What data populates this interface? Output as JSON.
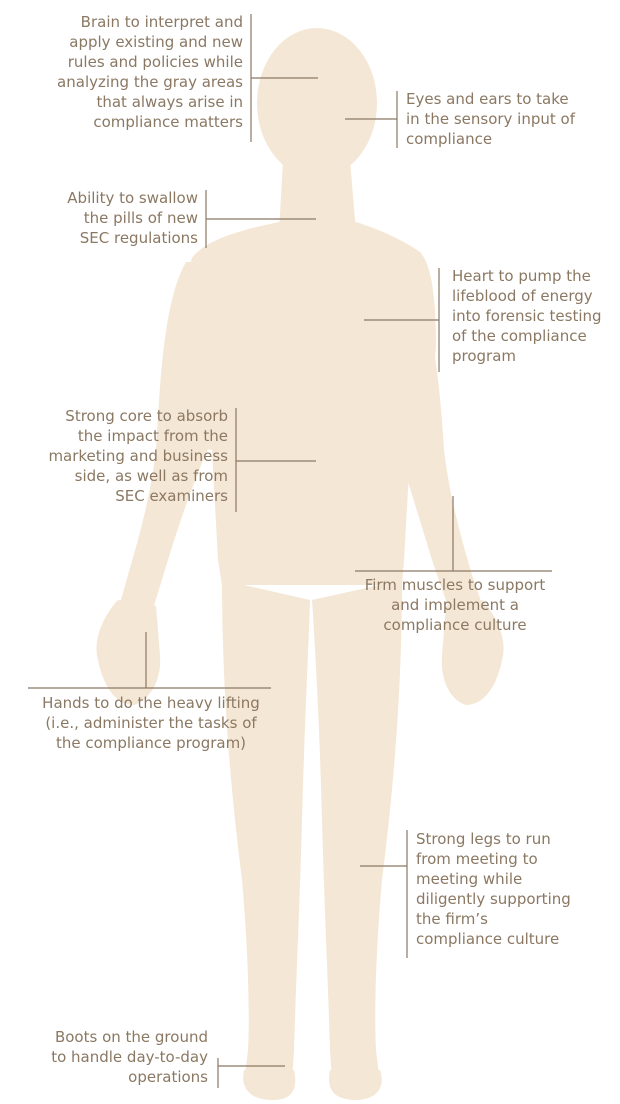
{
  "colors": {
    "body_fill": "#f5e7d5",
    "line": "#8b7863",
    "text": "#8b7863"
  },
  "figure": {
    "body_icon": "human-silhouette-icon"
  },
  "labels": {
    "brain": "Brain to interpret and\napply existing and new\nrules and policies while\nanalyzing the gray areas\nthat always arise in\ncompliance matters",
    "eyes": "Eyes and ears to take\nin the sensory input of\ncompliance",
    "swallow": "Ability to swallow\nthe pills of new\nSEC regulations",
    "heart": "Heart to pump the\nlifeblood of energy\ninto forensic testing\nof the compliance\nprogram",
    "core": "Strong core to absorb\nthe impact from the\nmarketing and business\nside, as well as from\nSEC examiners",
    "muscles": "Firm muscles to support\nand implement a\ncompliance culture",
    "hands": "Hands to do the heavy lifting\n(i.e., administer the tasks of\nthe compliance program)",
    "legs": "Strong legs to run\nfrom meeting to\nmeeting while\ndiligently supporting\nthe firm’s\ncompliance culture",
    "boots": "Boots on the ground\nto handle day-to-day\noperations"
  }
}
